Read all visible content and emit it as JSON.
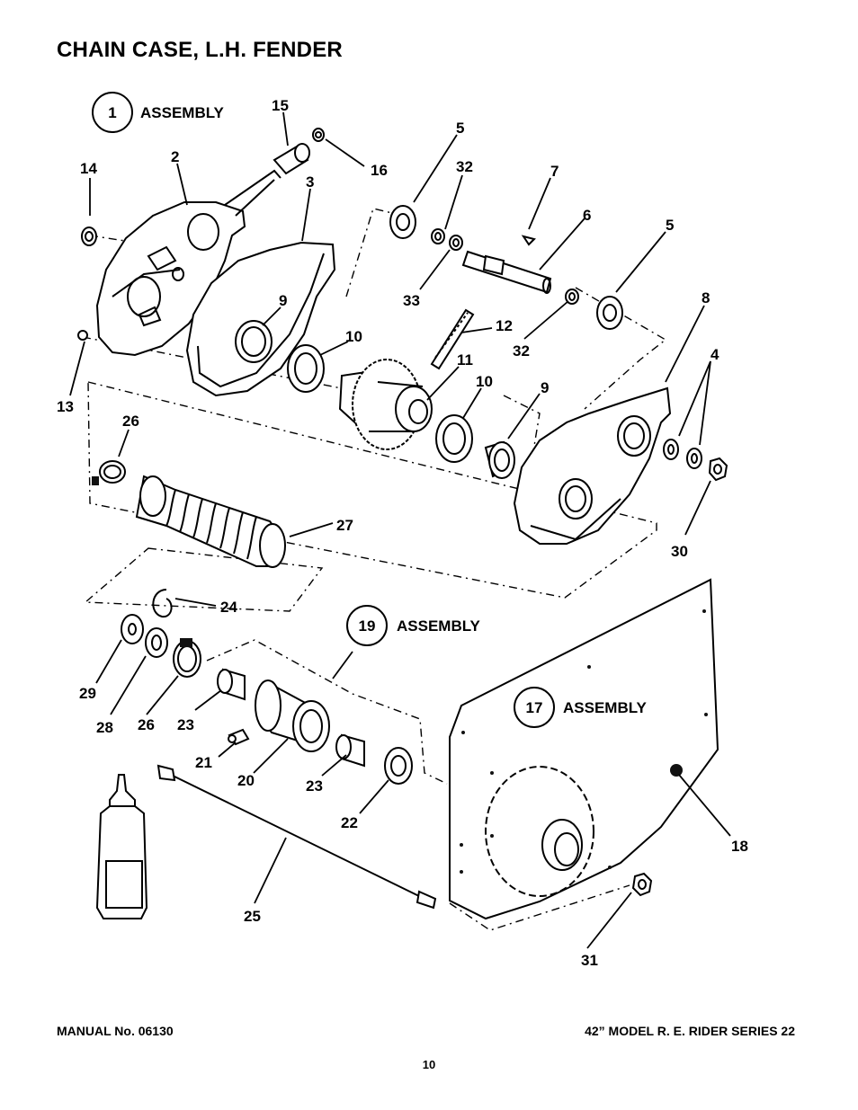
{
  "title": "CHAIN CASE,  L.H.  FENDER",
  "assemblies": [
    {
      "number": "1",
      "label": "ASSEMBLY"
    },
    {
      "number": "19",
      "label": "ASSEMBLY"
    },
    {
      "number": "17",
      "label": "ASSEMBLY"
    }
  ],
  "part_labels": [
    "15",
    "16",
    "5",
    "32",
    "7",
    "6",
    "5",
    "14",
    "2",
    "3",
    "9",
    "33",
    "12",
    "32",
    "8",
    "4",
    "13",
    "10",
    "11",
    "10",
    "9",
    "26",
    "27",
    "30",
    "24",
    "29",
    "28",
    "26",
    "23",
    "21",
    "20",
    "23",
    "22",
    "18",
    "25",
    "31"
  ],
  "footer": {
    "manual": "MANUAL No. 06130",
    "model": "42” MODEL R. E. RIDER SERIES 22",
    "page": "10"
  }
}
